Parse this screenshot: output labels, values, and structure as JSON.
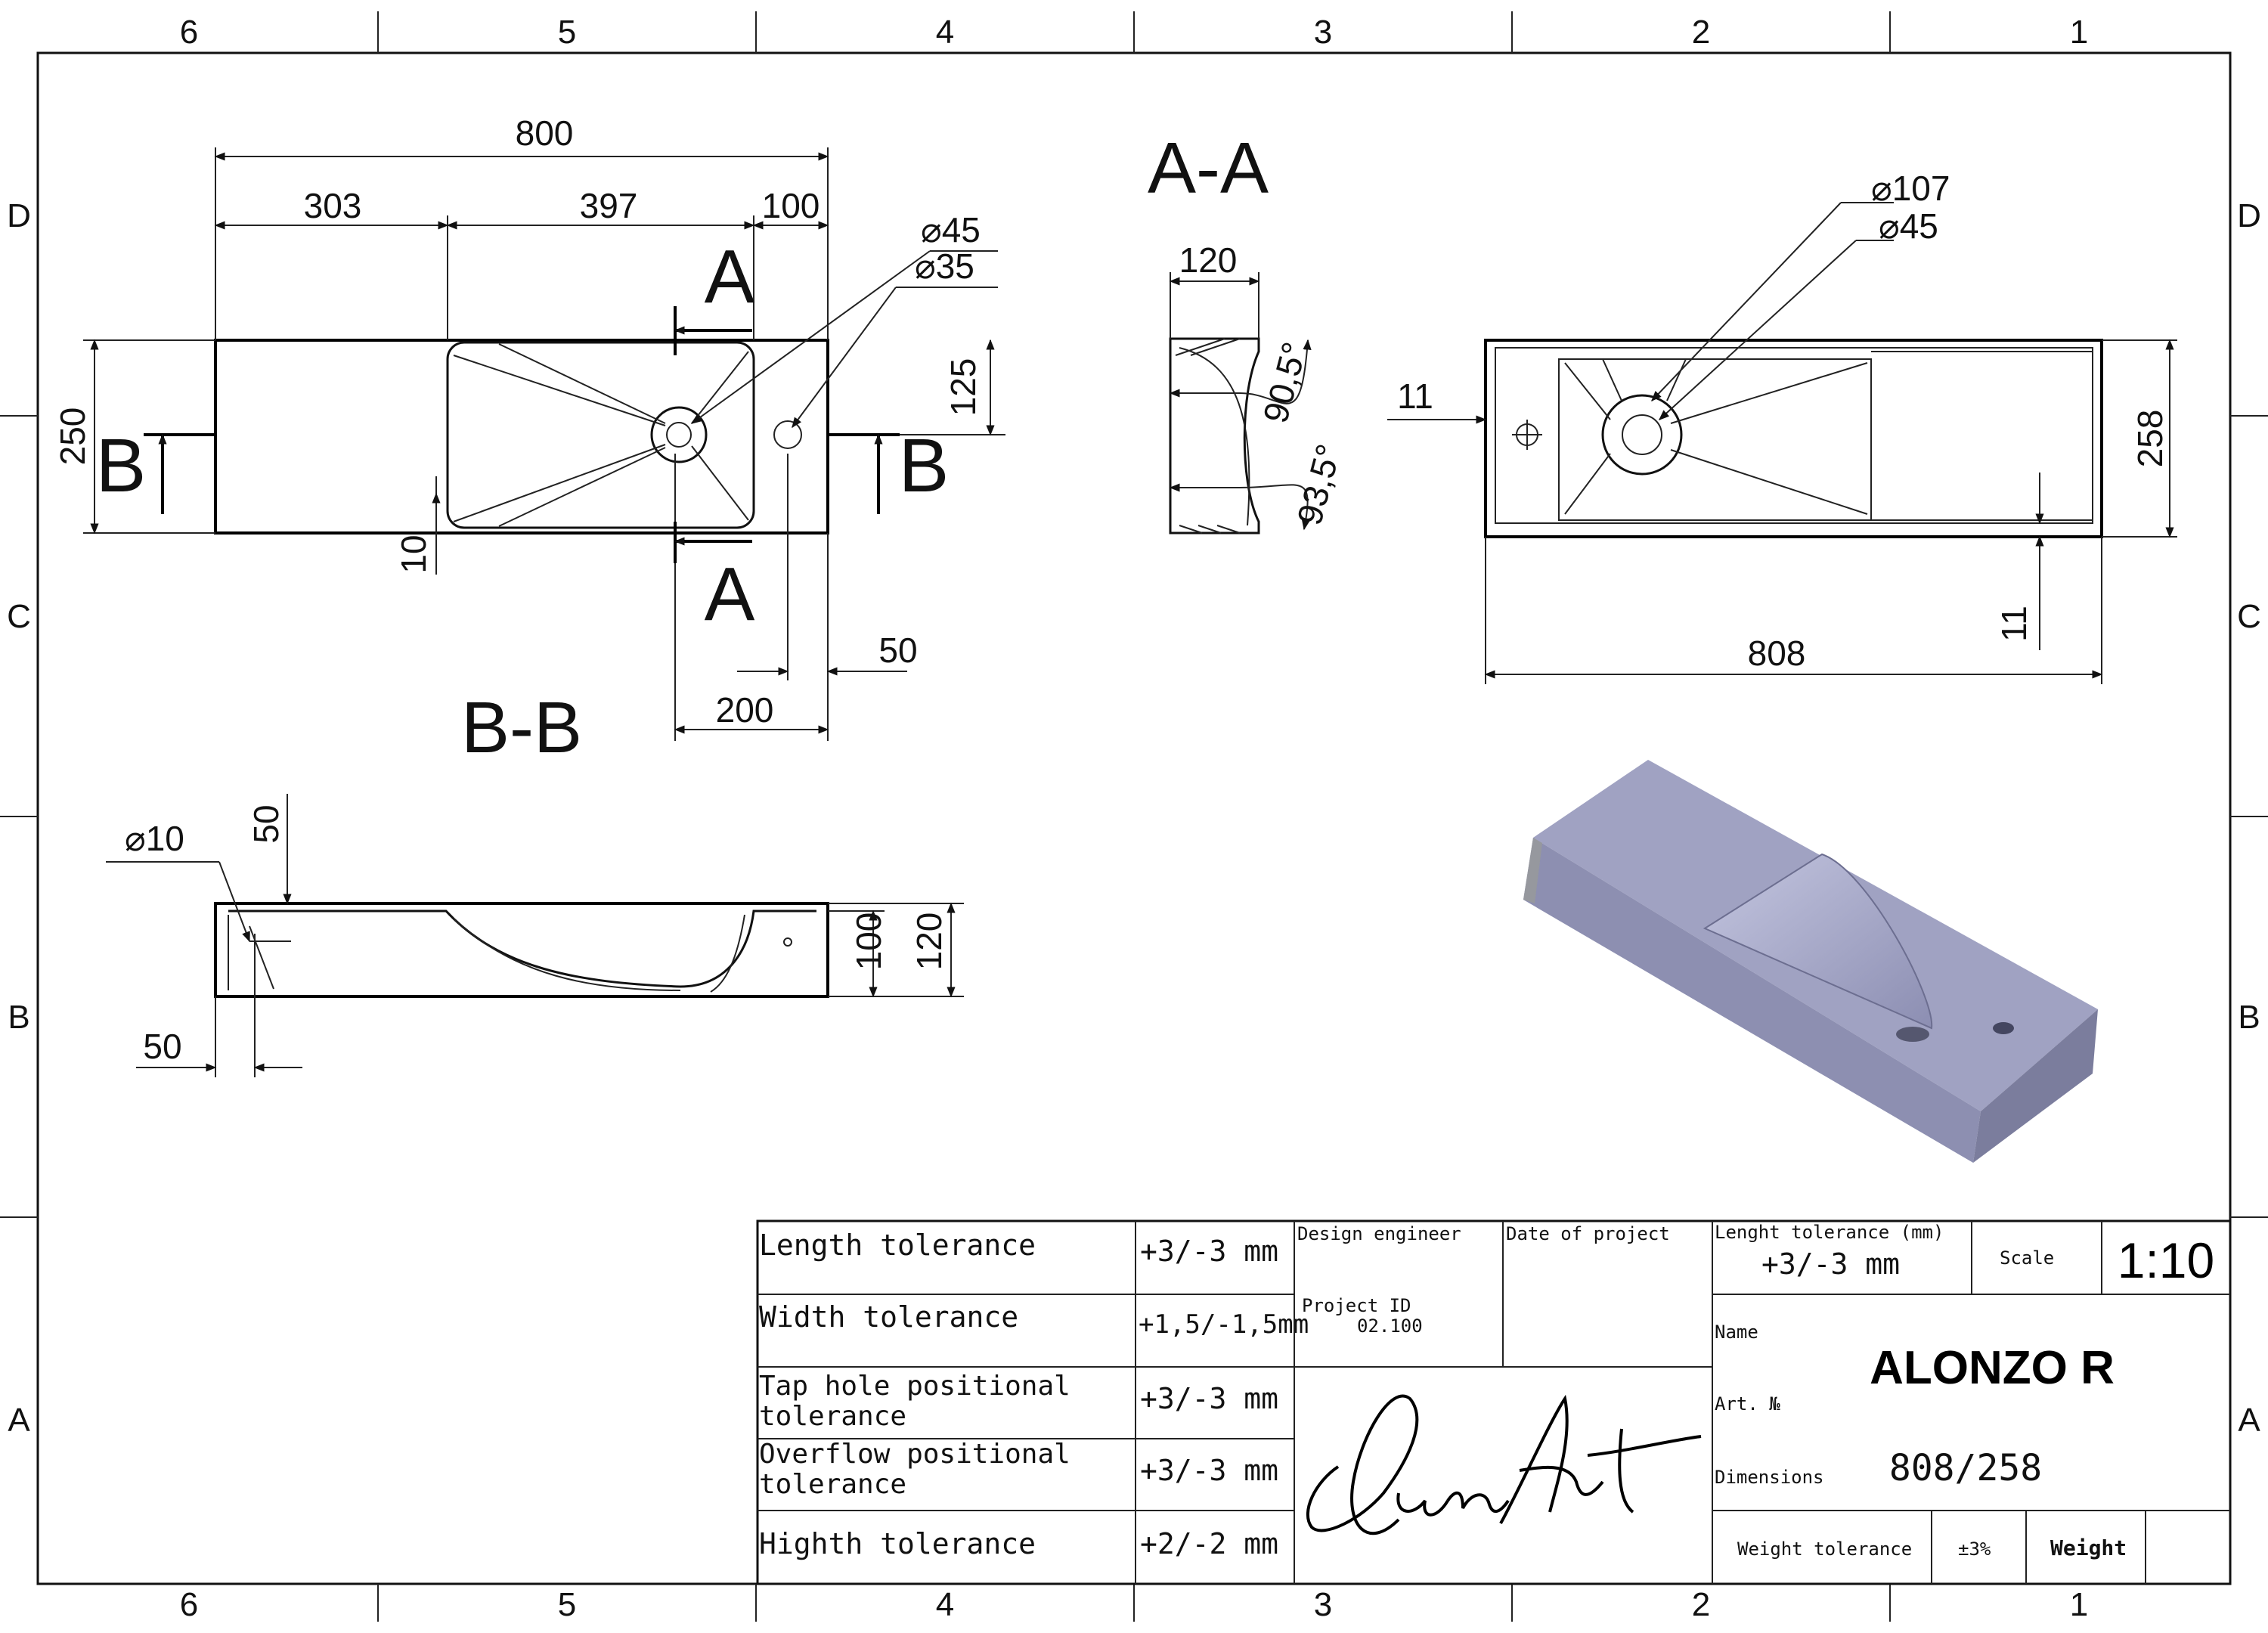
{
  "border": {
    "top_zones": [
      "6",
      "5",
      "4",
      "3",
      "2",
      "1"
    ],
    "bottom_zones": [
      "6",
      "5",
      "4",
      "3",
      "2",
      "1"
    ],
    "side_zones": [
      "D",
      "C",
      "B",
      "A"
    ]
  },
  "views": {
    "top": {
      "dims": {
        "overall": "800",
        "left": "303",
        "middle": "397",
        "right": "100",
        "height": "250",
        "drain_dia": "⌀45",
        "tap_dia": "⌀35",
        "to_tap": "125",
        "edge": "10",
        "tap_offset": "50",
        "depth_200": "200"
      },
      "section_marks": {
        "a": "A",
        "b": "B"
      }
    },
    "section_aa": {
      "title": "A-A",
      "width": "120",
      "angle1": "90,5°",
      "angle2": "93,5°"
    },
    "section_bb": {
      "title": "B-B",
      "hole": "⌀10",
      "depth": "50",
      "h1": "100",
      "h2": "120",
      "offset": "50"
    },
    "bottom": {
      "outer_dia": "⌀107",
      "inner_dia": "⌀45",
      "hole_offset": "11",
      "height": "258",
      "rim": "11",
      "width": "808"
    }
  },
  "title_block": {
    "tolerances": [
      {
        "label": "Length tolerance",
        "value": "+3/-3 mm"
      },
      {
        "label": "Width tolerance",
        "value": "+1,5/-1,5mm"
      },
      {
        "label": "Tap hole positional tolerance",
        "value": "+3/-3 mm"
      },
      {
        "label": "Overflow positional tolerance",
        "value": "+3/-3 mm"
      },
      {
        "label": "Highth tolerance",
        "value": "+2/-2 mm"
      }
    ],
    "design_engineer_label": "Design engineer",
    "date_label": "Date of project",
    "project_id_label": "Project ID",
    "project_id": "02.100",
    "length_tol_label": "Lenght tolerance (mm)",
    "length_tol_value": "+3/-3 mm",
    "scale_label": "Scale",
    "scale_value": "1:10",
    "name_label": "Name",
    "name_value": "ALONZO R",
    "art_label": "Art. №",
    "dimensions_label": "Dimensions",
    "dimensions_value": "808/258",
    "weight_tol_label": "Weight tolerance",
    "weight_tol_value": "±3%",
    "weight_label": "Weight",
    "logo_text": "LunArt"
  },
  "colors": {
    "line": "#111111",
    "render_top": "#9ea0c0",
    "render_side": "#8a8cae",
    "render_front": "#787a9a"
  }
}
